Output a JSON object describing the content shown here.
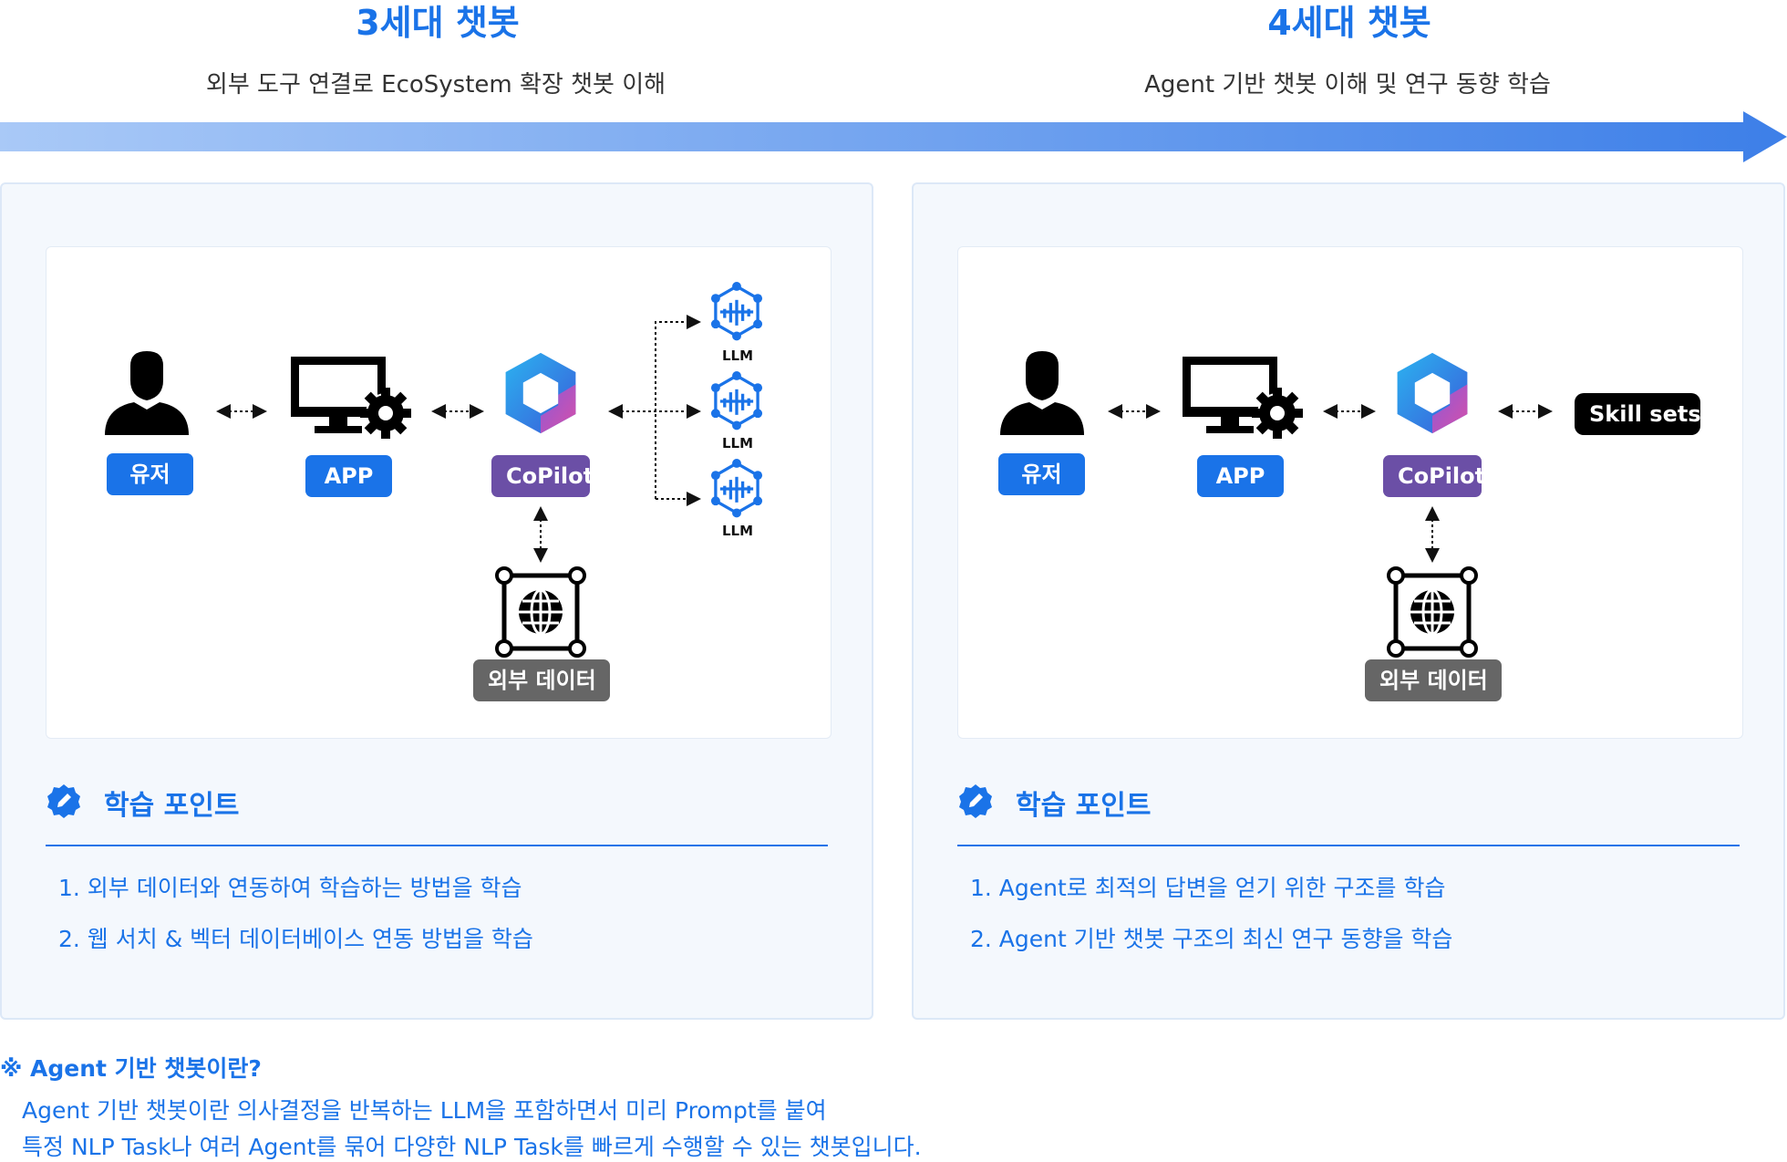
{
  "generations": [
    {
      "title": "3세대 챗봇",
      "subtitle": "외부 도구 연결로 EcoSystem 확장 챗봇 이해",
      "diagram": {
        "user_label": "유저",
        "app_label": "APP",
        "copilot_label": "CoPilot",
        "external_data_label": "외부 데이터",
        "llm_labels": [
          "LLM",
          "LLM",
          "LLM"
        ]
      },
      "learning_points": {
        "title": "학습 포인트",
        "items": [
          "1. 외부 데이터와 연동하여 학습하는 방법을 학습",
          "2. 웹 서치 & 벡터 데이터베이스 연동 방법을 학습"
        ]
      }
    },
    {
      "title": "4세대 챗봇",
      "subtitle": "Agent 기반 챗봇 이해 및 연구 동향 학습",
      "diagram": {
        "user_label": "유저",
        "app_label": "APP",
        "copilot_label": "CoPilot",
        "external_data_label": "외부 데이터",
        "skill_label": "Skill sets"
      },
      "learning_points": {
        "title": "학습 포인트",
        "items": [
          "1. Agent로 최적의 답변을 얻기 위한 구조를 학습",
          "2. Agent 기반 챗봇 구조의 최신 연구 동향을 학습"
        ]
      }
    }
  ],
  "note": {
    "title": "※ Agent 기반 챗봇이란?",
    "lines": [
      "Agent 기반 챗봇이란 의사결정을 반복하는 LLM을 포함하면서 미리 Prompt를 붙여",
      "특정 NLP Task나 여러 Agent를 묶어 다양한 NLP Task를 빠르게 수행할 수 있는 챗봇입니다."
    ]
  },
  "colors": {
    "accent": "#1a73e8",
    "copilot_tag": "#6b4fa6",
    "data_tag": "#666666",
    "panel_bg": "#f4f8fd"
  },
  "icons": [
    "user-icon",
    "computer-gear-icon",
    "copilot-logo-icon",
    "llm-network-icon",
    "globe-chip-icon",
    "pencil-badge-icon"
  ]
}
